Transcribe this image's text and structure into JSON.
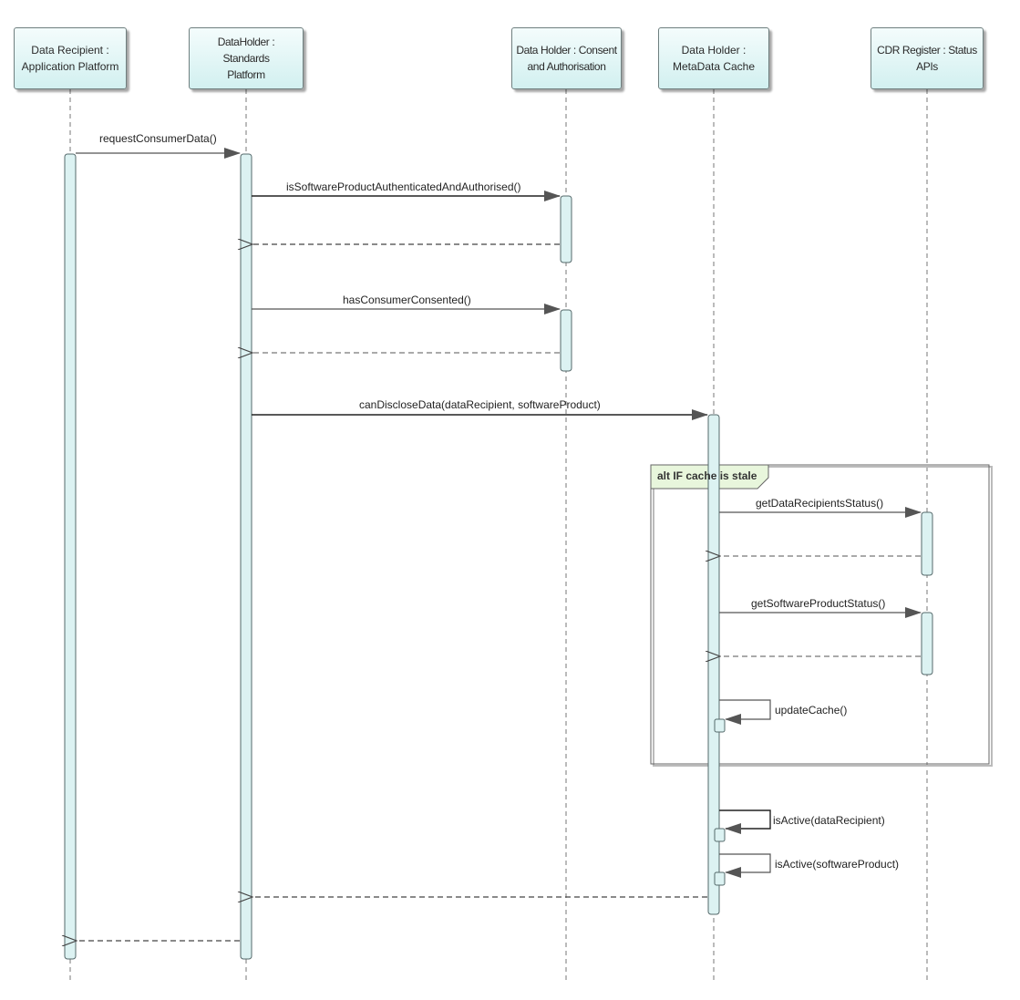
{
  "lifelines": [
    {
      "id": "dr",
      "label": "Data Recipient :\nApplication Platform"
    },
    {
      "id": "dh",
      "label": "DataHolder : Standards\nPlatform"
    },
    {
      "id": "ca",
      "label": "Data Holder : Consent\nand Authorisation"
    },
    {
      "id": "mc",
      "label": "Data Holder :\nMetaData Cache"
    },
    {
      "id": "reg",
      "label": "CDR Register : Status\nAPIs"
    }
  ],
  "messages": [
    {
      "id": "m1",
      "from": "dr",
      "to": "dh",
      "label": "requestConsumerData()",
      "kind": "sync"
    },
    {
      "id": "m2",
      "from": "dh",
      "to": "ca",
      "label": "isSoftwareProductAuthenticatedAndAuthorised()",
      "kind": "sync"
    },
    {
      "id": "m3",
      "from": "ca",
      "to": "dh",
      "label": "",
      "kind": "return"
    },
    {
      "id": "m4",
      "from": "dh",
      "to": "ca",
      "label": "hasConsumerConsented()",
      "kind": "sync"
    },
    {
      "id": "m5",
      "from": "ca",
      "to": "dh",
      "label": "",
      "kind": "return"
    },
    {
      "id": "m6",
      "from": "dh",
      "to": "mc",
      "label": "canDiscloseData(dataRecipient, softwareProduct)",
      "kind": "sync"
    },
    {
      "id": "m7",
      "from": "mc",
      "to": "reg",
      "label": "getDataRecipientsStatus()",
      "kind": "sync"
    },
    {
      "id": "m8",
      "from": "reg",
      "to": "mc",
      "label": "",
      "kind": "return"
    },
    {
      "id": "m9",
      "from": "mc",
      "to": "reg",
      "label": "getSoftwareProductStatus()",
      "kind": "sync"
    },
    {
      "id": "m10",
      "from": "reg",
      "to": "mc",
      "label": "",
      "kind": "return"
    },
    {
      "id": "m11",
      "from": "mc",
      "to": "mc",
      "label": "updateCache()",
      "kind": "self"
    },
    {
      "id": "m12",
      "from": "mc",
      "to": "mc",
      "label": "isActive(dataRecipient)",
      "kind": "self"
    },
    {
      "id": "m13",
      "from": "mc",
      "to": "mc",
      "label": "isActive(softwareProduct)",
      "kind": "self"
    },
    {
      "id": "m14",
      "from": "mc",
      "to": "dh",
      "label": "",
      "kind": "return"
    },
    {
      "id": "m15",
      "from": "dh",
      "to": "dr",
      "label": "",
      "kind": "return"
    }
  ],
  "fragment": {
    "operator": "alt",
    "guard": "alt IF cache is stale"
  },
  "colors": {
    "box_top": "#f4fcfc",
    "box_bottom": "#d2f0f0",
    "activation": "#dcf2f2",
    "border": "#6f7f7f",
    "frame_tab": "#e6f5d8"
  }
}
